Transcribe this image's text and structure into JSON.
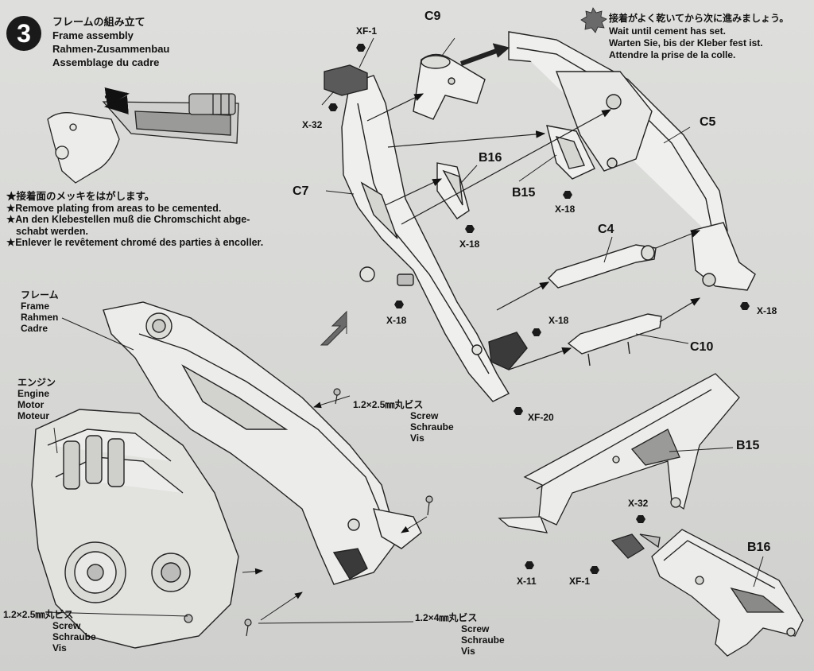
{
  "step": {
    "number": "3",
    "title_jp": "フレームの組み立て",
    "title_en": "Frame assembly",
    "title_de": "Rahmen-Zusammenbau",
    "title_fr": "Assemblage du cadre"
  },
  "cement_note": {
    "jp": "接着がよく乾いてから次に進みましょう。",
    "en": "Wait until cement has set.",
    "de": "Warten Sie, bis der Kleber fest ist.",
    "fr": "Attendre la prise de la colle."
  },
  "plating_note": {
    "jp": "★接着面のメッキをはがします。",
    "en": "★Remove plating from areas to be cemented.",
    "de1": "★An den Klebestellen muß die Chromschicht abge-",
    "de2": "schabt werden.",
    "fr": "★Enlever le revêtement chromé des parties à encoller."
  },
  "frame_label": {
    "jp": "フレーム",
    "en": "Frame",
    "de": "Rahmen",
    "fr": "Cadre"
  },
  "engine_label": {
    "jp": "エンジン",
    "en": "Engine",
    "de": "Motor",
    "fr": "Moteur"
  },
  "screw_a": {
    "size": "1.2×2.5㎜丸ビス",
    "en": "Screw",
    "de": "Schraube",
    "fr": "Vis"
  },
  "screw_b": {
    "size": "1.2×2.5㎜丸ビス",
    "en": "Screw",
    "de": "Schraube",
    "fr": "Vis"
  },
  "screw_c": {
    "size": "1.2×4㎜丸ビス",
    "en": "Screw",
    "de": "Schraube",
    "fr": "Vis"
  },
  "parts": {
    "c9": "C9",
    "c5": "C5",
    "c7": "C7",
    "b16": "B16",
    "b15": "B15",
    "c4": "C4",
    "c10": "C10",
    "b15_detail": "B15",
    "b16_detail": "B16"
  },
  "paints": {
    "xf1_top": "XF-1",
    "x32_top": "X-32",
    "x18_b15": "X-18",
    "x18_b16": "X-18",
    "x18_c7": "X-18",
    "x18_right": "X-18",
    "x18_mid": "X-18",
    "xf20": "XF-20",
    "x32_detail": "X-32",
    "x11_detail": "X-11",
    "xf1_detail": "XF-1"
  }
}
